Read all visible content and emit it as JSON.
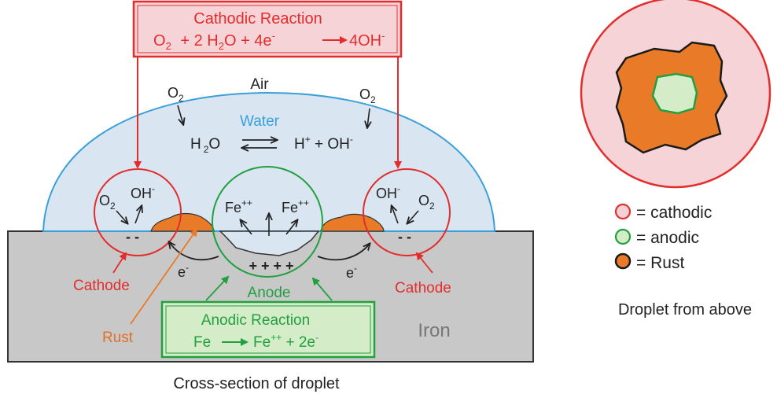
{
  "cathodic_box": {
    "title": "Cathodic Reaction",
    "eq_o": "O",
    "eq_o_sub": "2",
    "eq_mid": " + 2 H",
    "eq_h_sub": "2",
    "eq_mid2": "O  +  4e",
    "eq_sup": "-",
    "eq_right": "4OH",
    "eq_right_sup": "-"
  },
  "labels": {
    "air": "Air",
    "water": "Water",
    "o2": "O",
    "o2_sub": "2",
    "eq_left": "H",
    "eq_left_sub": "2",
    "eq_left_o": "O",
    "eq_right_h": "H",
    "eq_right_plus": "+",
    "eq_right_mid": " + OH",
    "eq_right_minus": "-",
    "oh": "OH",
    "oh_minus": "-",
    "fe": "Fe",
    "fe_sup": "++",
    "minus_charges": "- -",
    "plus_charges": "+ + + +",
    "electron": "e",
    "electron_sup": "-",
    "cathode": "Cathode",
    "anode": "Anode",
    "rust": "Rust",
    "iron": "Iron",
    "caption_left": "Cross-section of droplet",
    "caption_right": "Droplet from above"
  },
  "anodic_box": {
    "title": "Anodic Reaction",
    "eq_left": "Fe",
    "eq_right": "Fe",
    "eq_right_sup": "++",
    "eq_tail": " + 2e",
    "eq_tail_sup": "-"
  },
  "legend": [
    {
      "label": "= cathodic",
      "fill": "#f4d0d4",
      "stroke": "#e03030"
    },
    {
      "label": "= anodic",
      "fill": "#d4ecc8",
      "stroke": "#22a040"
    },
    {
      "label": "= Rust",
      "fill": "#e87a28",
      "stroke": "#1a1a1a"
    }
  ],
  "colors": {
    "cathodic": "#e32d2d",
    "anodic": "#22a040",
    "water_fill": "#d9e6f2",
    "water_stroke": "#3aa0d8",
    "iron_fill": "#c8c8c8",
    "rust": "#e87a28",
    "rust_label": "#e0702a"
  }
}
